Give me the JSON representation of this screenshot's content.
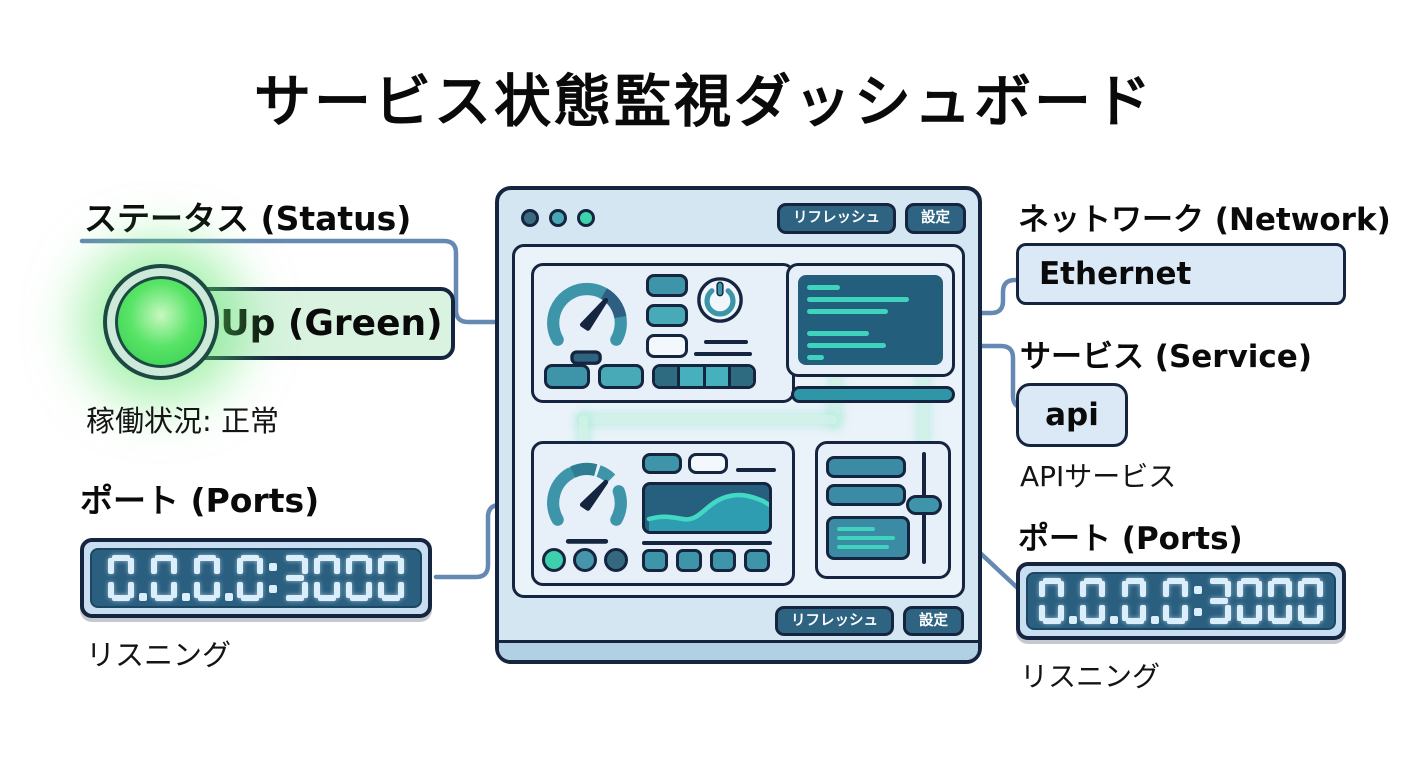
{
  "title": "サービス状態監視ダッシュボード",
  "annotations": {
    "status": {
      "label": "ステータス (Status)",
      "value": "Up (Green)",
      "caption": "稼働状況: 正常"
    },
    "ports_left": {
      "label": "ポート (Ports)",
      "value": "0.0.0.0:3000",
      "caption": "リスニング"
    },
    "network": {
      "label": "ネットワーク (Network)",
      "value": "Ethernet"
    },
    "service": {
      "label": "サービス (Service)",
      "value": "api",
      "caption": "APIサービス"
    },
    "ports_right": {
      "label": "ポート (Ports)",
      "value": "0.0.0.0:3000",
      "caption": "リスニング"
    }
  },
  "window": {
    "top_buttons": [
      {
        "label": "リフレッシュ"
      },
      {
        "label": "設定"
      }
    ],
    "bottom_buttons": [
      {
        "label": "リフレッシュ"
      },
      {
        "label": "設定"
      }
    ],
    "dot_colors": [
      "#3c6b80",
      "#4aa6b6",
      "#3ed3ab"
    ]
  },
  "colors": {
    "navy_outline": "#16253f",
    "accent_teal": "#3e95aa",
    "bright_teal": "#3fd2bc",
    "status_green": "#44dd5e",
    "connector_blue": "#6589b2",
    "terminal_bg": "#235e7c",
    "lcd_screen": "#2b5f7f",
    "lcd_digit": "#daeefb",
    "window_bg": "#d4e6f2"
  }
}
